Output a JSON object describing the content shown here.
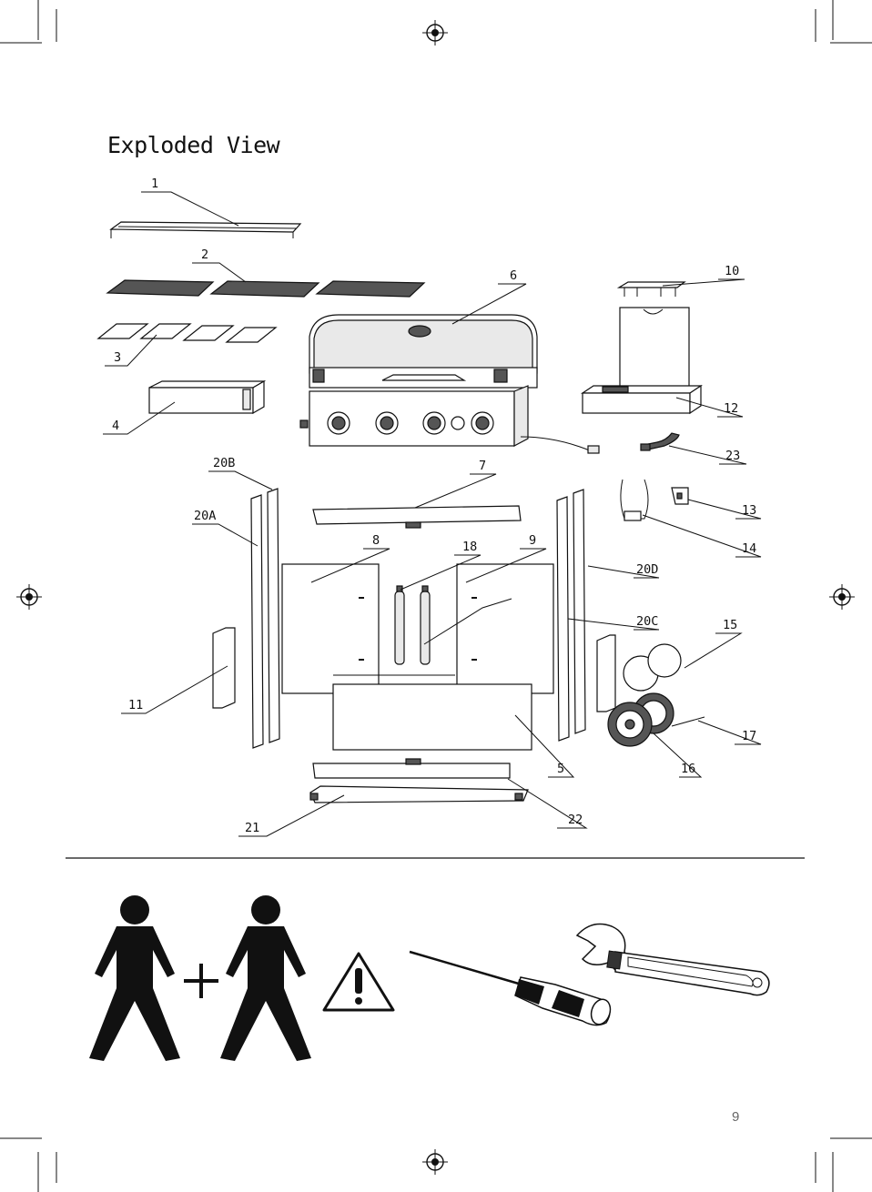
{
  "page": {
    "title": "Exploded View",
    "page_number": "9"
  },
  "callouts": [
    {
      "id": "1",
      "label": "1"
    },
    {
      "id": "2",
      "label": "2"
    },
    {
      "id": "3",
      "label": "3"
    },
    {
      "id": "4",
      "label": "4"
    },
    {
      "id": "5",
      "label": "5"
    },
    {
      "id": "6",
      "label": "6"
    },
    {
      "id": "7",
      "label": "7"
    },
    {
      "id": "8",
      "label": "8"
    },
    {
      "id": "9",
      "label": "9"
    },
    {
      "id": "10",
      "label": "10"
    },
    {
      "id": "11",
      "label": "11"
    },
    {
      "id": "12",
      "label": "12"
    },
    {
      "id": "13",
      "label": "13"
    },
    {
      "id": "14",
      "label": "14"
    },
    {
      "id": "15",
      "label": "15"
    },
    {
      "id": "16",
      "label": "16"
    },
    {
      "id": "17",
      "label": "17"
    },
    {
      "id": "18",
      "label": "18"
    },
    {
      "id": "20A",
      "label": "20A"
    },
    {
      "id": "20B",
      "label": "20B"
    },
    {
      "id": "20C",
      "label": "20C"
    },
    {
      "id": "20D",
      "label": "20D"
    },
    {
      "id": "21",
      "label": "21"
    },
    {
      "id": "22",
      "label": "22"
    },
    {
      "id": "23",
      "label": "23"
    }
  ],
  "icons": {
    "crop_marks": "crop-mark-icon",
    "registration": "registration-mark-icon",
    "two_person": "two-person-icon",
    "plus": "plus-icon",
    "warning": "warning-icon",
    "screwdriver": "screwdriver-icon",
    "wrench": "adjustable-wrench-icon"
  }
}
